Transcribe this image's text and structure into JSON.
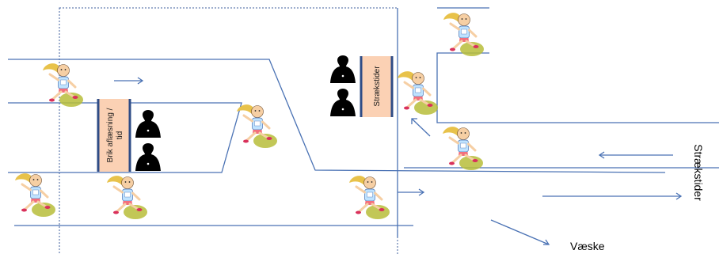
{
  "labels": {
    "box_left_line1": "Brik aflæsning /",
    "box_left_line2": "tid",
    "box_right": "Strækstider",
    "right_vertical": "Strækstider",
    "bottom": "Væske"
  },
  "icons": {
    "runner": "runner-clipart-icon",
    "official": "official-silhouette-icon"
  },
  "colors": {
    "track_line": "#4a72b4",
    "zone_border": "#3f5f9e",
    "box_fill": "#fbd1b4",
    "box_edge": "#2f4c86",
    "runner_shirt": "#bfe3ff",
    "runner_skin": "#f6cfa4",
    "runner_shadow": "#b7bd3a",
    "runner_hair": "#e8c24a",
    "runner_shorts": "#f26f7c",
    "official": "#000000"
  }
}
